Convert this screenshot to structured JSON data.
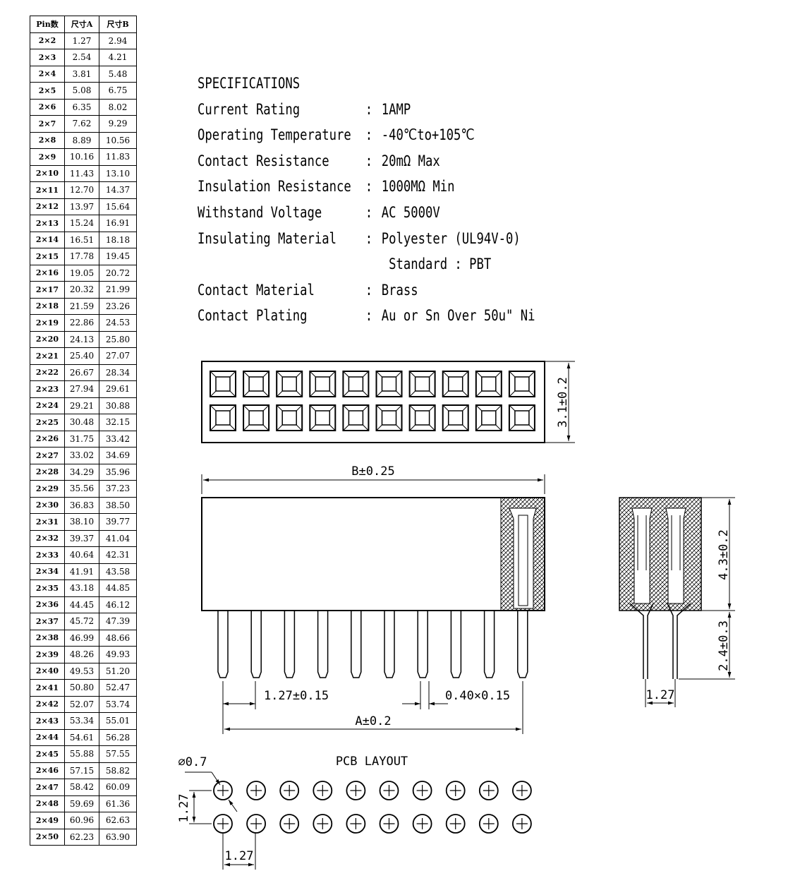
{
  "table": {
    "headers": [
      "Pin数",
      "尺寸A",
      "尺寸B"
    ],
    "rows": [
      [
        "2×2",
        "1.27",
        "2.94"
      ],
      [
        "2×3",
        "2.54",
        "4.21"
      ],
      [
        "2×4",
        "3.81",
        "5.48"
      ],
      [
        "2×5",
        "5.08",
        "6.75"
      ],
      [
        "2×6",
        "6.35",
        "8.02"
      ],
      [
        "2×7",
        "7.62",
        "9.29"
      ],
      [
        "2×8",
        "8.89",
        "10.56"
      ],
      [
        "2×9",
        "10.16",
        "11.83"
      ],
      [
        "2×10",
        "11.43",
        "13.10"
      ],
      [
        "2×11",
        "12.70",
        "14.37"
      ],
      [
        "2×12",
        "13.97",
        "15.64"
      ],
      [
        "2×13",
        "15.24",
        "16.91"
      ],
      [
        "2×14",
        "16.51",
        "18.18"
      ],
      [
        "2×15",
        "17.78",
        "19.45"
      ],
      [
        "2×16",
        "19.05",
        "20.72"
      ],
      [
        "2×17",
        "20.32",
        "21.99"
      ],
      [
        "2×18",
        "21.59",
        "23.26"
      ],
      [
        "2×19",
        "22.86",
        "24.53"
      ],
      [
        "2×20",
        "24.13",
        "25.80"
      ],
      [
        "2×21",
        "25.40",
        "27.07"
      ],
      [
        "2×22",
        "26.67",
        "28.34"
      ],
      [
        "2×23",
        "27.94",
        "29.61"
      ],
      [
        "2×24",
        "29.21",
        "30.88"
      ],
      [
        "2×25",
        "30.48",
        "32.15"
      ],
      [
        "2×26",
        "31.75",
        "33.42"
      ],
      [
        "2×27",
        "33.02",
        "34.69"
      ],
      [
        "2×28",
        "34.29",
        "35.96"
      ],
      [
        "2×29",
        "35.56",
        "37.23"
      ],
      [
        "2×30",
        "36.83",
        "38.50"
      ],
      [
        "2×31",
        "38.10",
        "39.77"
      ],
      [
        "2×32",
        "39.37",
        "41.04"
      ],
      [
        "2×33",
        "40.64",
        "42.31"
      ],
      [
        "2×34",
        "41.91",
        "43.58"
      ],
      [
        "2×35",
        "43.18",
        "44.85"
      ],
      [
        "2×36",
        "44.45",
        "46.12"
      ],
      [
        "2×37",
        "45.72",
        "47.39"
      ],
      [
        "2×38",
        "46.99",
        "48.66"
      ],
      [
        "2×39",
        "48.26",
        "49.93"
      ],
      [
        "2×40",
        "49.53",
        "51.20"
      ],
      [
        "2×41",
        "50.80",
        "52.47"
      ],
      [
        "2×42",
        "52.07",
        "53.74"
      ],
      [
        "2×43",
        "53.34",
        "55.01"
      ],
      [
        "2×44",
        "54.61",
        "56.28"
      ],
      [
        "2×45",
        "55.88",
        "57.55"
      ],
      [
        "2×46",
        "57.15",
        "58.82"
      ],
      [
        "2×47",
        "58.42",
        "60.09"
      ],
      [
        "2×48",
        "59.69",
        "61.36"
      ],
      [
        "2×49",
        "60.96",
        "62.63"
      ],
      [
        "2×50",
        "62.23",
        "63.90"
      ]
    ]
  },
  "specs": {
    "title": "SPECIFICATIONS",
    "items": [
      {
        "label": "Current Rating",
        "sep": ":",
        "value": "1AMP"
      },
      {
        "label": "Operating Temperature",
        "sep": ":",
        "value": "-40℃to+105℃"
      },
      {
        "label": "Contact Resistance",
        "sep": ":",
        "value": "20mΩ Max"
      },
      {
        "label": "Insulation Resistance",
        "sep": ":",
        "value": "1000MΩ Min"
      },
      {
        "label": "Withstand Voltage",
        "sep": ":",
        "value": "AC 5000V"
      },
      {
        "label": "Insulating Material",
        "sep": ":",
        "value": "Polyester (UL94V-0)"
      },
      {
        "label": "",
        "sep": "",
        "value": " Standard : PBT"
      },
      {
        "label": "Contact Material",
        "sep": ":",
        "value": "Brass"
      },
      {
        "label": "Contact Plating",
        "sep": ":",
        "value": "Au or Sn Over 50u\" Ni"
      }
    ]
  },
  "dims": {
    "height_top": "3.1±0.2",
    "width_b": "B±0.25",
    "pitch": "1.27±0.15",
    "pin_size": "0.40×0.15",
    "width_a": "A±0.2",
    "side_height": "4.3±0.2",
    "side_pin": "2.4±0.3",
    "side_pitch": "1.27"
  },
  "pcb": {
    "title": "PCB LAYOUT",
    "hole_dia": "⌀0.7",
    "row_pitch": "1.27",
    "col_pitch": "1.27"
  }
}
